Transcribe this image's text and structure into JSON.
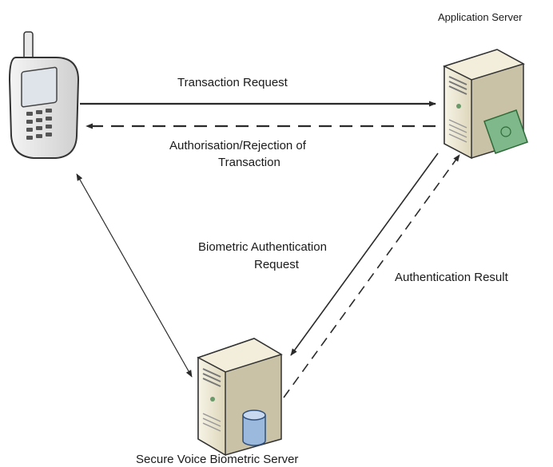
{
  "nodes": {
    "phone": {
      "icon": "mobile-phone-icon"
    },
    "app_server": {
      "label": "Application Server",
      "icon": "server-tower-icon"
    },
    "voice_server": {
      "label": "Secure Voice Biometric Server",
      "icon": "server-tower-icon"
    }
  },
  "edges": {
    "transaction_request": {
      "label": "Transaction Request"
    },
    "authorisation": {
      "label_line1": "Authorisation/Rejection of",
      "label_line2": "Transaction"
    },
    "biometric_request": {
      "label_line1": "Biometric Authentication",
      "label_line2": "Request"
    },
    "authentication_result": {
      "label": "Authentication Result"
    }
  },
  "colors": {
    "line": "#2a2a2a",
    "server_body": "#ece7d2",
    "server_side": "#c9c2a6",
    "money_green": "#7fb88a",
    "database_blue": "#9bb8dd"
  }
}
